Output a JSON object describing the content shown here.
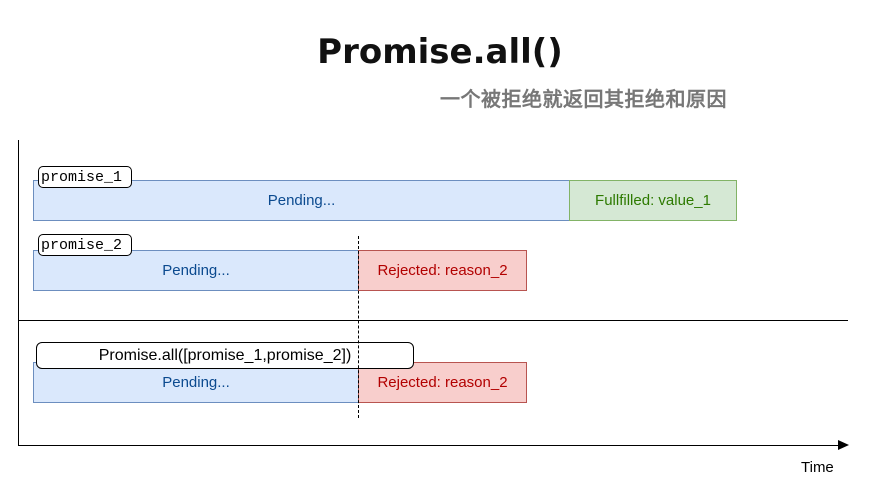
{
  "title": "Promise.all()",
  "subtitle": "一个被拒绝就返回其拒绝和原因",
  "axis": {
    "x_label": "Time"
  },
  "promise_1": {
    "label": "promise_1",
    "pending_text": "Pending...",
    "settled_text": "Fullfilled: value_1",
    "state": "fulfilled"
  },
  "promise_2": {
    "label": "promise_2",
    "pending_text": "Pending...",
    "settled_text": "Rejected: reason_2",
    "state": "rejected"
  },
  "promise_all": {
    "label": "Promise.all([promise_1,promise_2])",
    "pending_text": "Pending...",
    "settled_text": "Rejected: reason_2",
    "state": "rejected"
  },
  "colors": {
    "pending_fill": "#dae8fc",
    "pending_stroke": "#6c8ebf",
    "fulfilled_fill": "#d5e8d4",
    "fulfilled_stroke": "#82b366",
    "rejected_fill": "#f8cecc",
    "rejected_stroke": "#b85450"
  }
}
